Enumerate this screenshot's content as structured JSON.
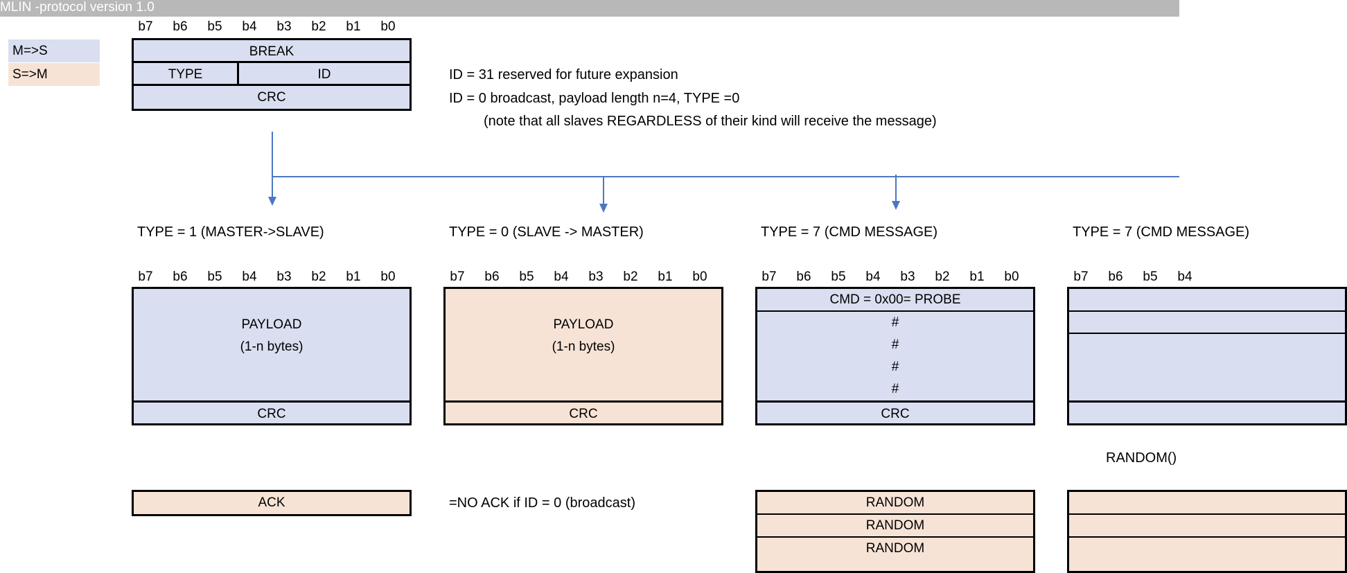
{
  "title": "MLIN -protocol version 1.0",
  "legend": {
    "ms": "M=>S",
    "sm": "S=>M",
    "ms_color": "#d9dff0",
    "sm_color": "#f7e3d6"
  },
  "bits": [
    "b7",
    "b6",
    "b5",
    "b4",
    "b3",
    "b2",
    "b1",
    "b0"
  ],
  "header": {
    "break": "BREAK",
    "type": "TYPE",
    "id": "ID",
    "crc": "CRC"
  },
  "notes": {
    "reserved": "ID = 31 reserved for future expansion",
    "broadcast": "ID = 0 broadcast, payload length n=4,  TYPE =0",
    "note": "(note that all slaves REGARDLESS of their kind will receive the message)"
  },
  "types": {
    "t1": "TYPE = 1  (MASTER->SLAVE)",
    "t0": "TYPE = 0  (SLAVE -> MASTER)",
    "t7a": "TYPE = 7  (CMD MESSAGE)",
    "t7b": "TYPE = 7  (CMD MESSAGE)"
  },
  "frames": {
    "payload_line1": "PAYLOAD",
    "payload_line2": "(1-n bytes)",
    "crc": "CRC",
    "cmd_probe": "CMD = 0x00= PROBE",
    "hash": "#",
    "ack": "ACK",
    "no_ack": "=NO ACK if ID = 0 (broadcast)",
    "random": "RANDOM",
    "random_label": "RANDOM()"
  }
}
